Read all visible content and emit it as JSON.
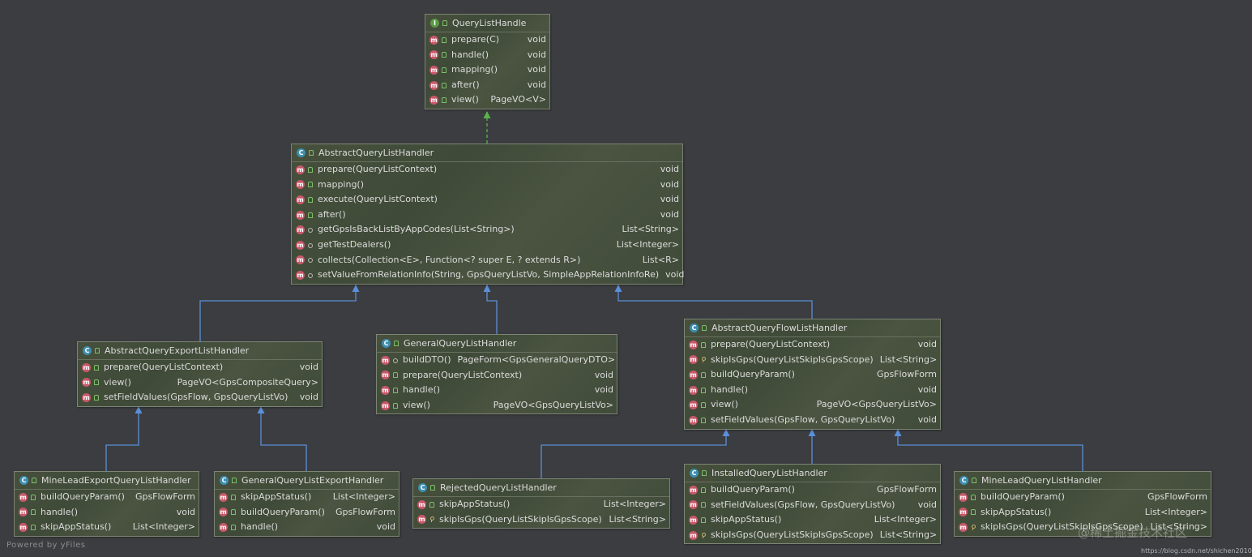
{
  "diagram": {
    "boxes": [
      {
        "id": "QueryListHandle",
        "kind": "I",
        "title": "QueryListHandle",
        "members": [
          {
            "name": "prepare(C)",
            "type": "void",
            "vis": "pub"
          },
          {
            "name": "handle()",
            "type": "void",
            "vis": "pub"
          },
          {
            "name": "mapping()",
            "type": "void",
            "vis": "pub"
          },
          {
            "name": "after()",
            "type": "void",
            "vis": "pub"
          },
          {
            "name": "view()",
            "type": "PageVO<V>",
            "vis": "pub"
          }
        ]
      },
      {
        "id": "AbstractQueryListHandler",
        "kind": "C",
        "title": "AbstractQueryListHandler",
        "members": [
          {
            "name": "prepare(QueryListContext)",
            "type": "void",
            "vis": "pub"
          },
          {
            "name": "mapping()",
            "type": "void",
            "vis": "pub"
          },
          {
            "name": "execute(QueryListContext)",
            "type": "void",
            "vis": "pub"
          },
          {
            "name": "after()",
            "type": "void",
            "vis": "pub"
          },
          {
            "name": "getGpsIsBackListByAppCodes(List<String>)",
            "type": "List<String>",
            "vis": "pkg"
          },
          {
            "name": "getTestDealers()",
            "type": "List<Integer>",
            "vis": "pkg"
          },
          {
            "name": "collects(Collection<E>, Function<? super E, ? extends R>)",
            "type": "List<R>",
            "vis": "pkg"
          },
          {
            "name": "setValueFromRelationInfo(String, GpsQueryListVo, SimpleAppRelationInfoRe)",
            "type": "void",
            "vis": "pkg"
          }
        ]
      },
      {
        "id": "AbstractQueryExportListHandler",
        "kind": "C",
        "title": "AbstractQueryExportListHandler",
        "members": [
          {
            "name": "prepare(QueryListContext)",
            "type": "void",
            "vis": "pub"
          },
          {
            "name": "view()",
            "type": "PageVO<GpsCompositeQuery>",
            "vis": "pub"
          },
          {
            "name": "setFieldValues(GpsFlow, GpsQueryListVo)",
            "type": "void",
            "vis": "pub"
          }
        ]
      },
      {
        "id": "GeneralQueryListHandler",
        "kind": "C",
        "title": "GeneralQueryListHandler",
        "members": [
          {
            "name": "buildDTO()",
            "type": "PageForm<GpsGeneralQueryDTO>",
            "vis": "pkg"
          },
          {
            "name": "prepare(QueryListContext)",
            "type": "void",
            "vis": "pub"
          },
          {
            "name": "handle()",
            "type": "void",
            "vis": "pub"
          },
          {
            "name": "view()",
            "type": "PageVO<GpsQueryListVo>",
            "vis": "pub"
          }
        ]
      },
      {
        "id": "AbstractQueryFlowListHandler",
        "kind": "C",
        "title": "AbstractQueryFlowListHandler",
        "members": [
          {
            "name": "prepare(QueryListContext)",
            "type": "void",
            "vis": "pub"
          },
          {
            "name": "skipIsGps(QueryListSkipIsGpsScope)",
            "type": "List<String>",
            "vis": "prv"
          },
          {
            "name": "buildQueryParam()",
            "type": "GpsFlowForm",
            "vis": "pub"
          },
          {
            "name": "handle()",
            "type": "void",
            "vis": "pub"
          },
          {
            "name": "view()",
            "type": "PageVO<GpsQueryListVo>",
            "vis": "pub"
          },
          {
            "name": "setFieldValues(GpsFlow, GpsQueryListVo)",
            "type": "void",
            "vis": "pub"
          }
        ]
      },
      {
        "id": "MineLeadExportQueryListHandler",
        "kind": "C",
        "title": "MineLeadExportQueryListHandler",
        "members": [
          {
            "name": "buildQueryParam()",
            "type": "GpsFlowForm",
            "vis": "pub"
          },
          {
            "name": "handle()",
            "type": "void",
            "vis": "pub"
          },
          {
            "name": "skipAppStatus()",
            "type": "List<Integer>",
            "vis": "pub"
          }
        ]
      },
      {
        "id": "GeneralQueryListExportHandler",
        "kind": "C",
        "title": "GeneralQueryListExportHandler",
        "members": [
          {
            "name": "skipAppStatus()",
            "type": "List<Integer>",
            "vis": "pub"
          },
          {
            "name": "buildQueryParam()",
            "type": "GpsFlowForm",
            "vis": "pub"
          },
          {
            "name": "handle()",
            "type": "void",
            "vis": "pub"
          }
        ]
      },
      {
        "id": "RejectedQueryListHandler",
        "kind": "C",
        "title": "RejectedQueryListHandler",
        "members": [
          {
            "name": "skipAppStatus()",
            "type": "List<Integer>",
            "vis": "pub"
          },
          {
            "name": "skipIsGps(QueryListSkipIsGpsScope)",
            "type": "List<String>",
            "vis": "prv"
          }
        ]
      },
      {
        "id": "InstalledQueryListHandler",
        "kind": "C",
        "title": "InstalledQueryListHandler",
        "members": [
          {
            "name": "buildQueryParam()",
            "type": "GpsFlowForm",
            "vis": "pub"
          },
          {
            "name": "setFieldValues(GpsFlow, GpsQueryListVo)",
            "type": "void",
            "vis": "pub"
          },
          {
            "name": "skipAppStatus()",
            "type": "List<Integer>",
            "vis": "pub"
          },
          {
            "name": "skipIsGps(QueryListSkipIsGpsScope)",
            "type": "List<String>",
            "vis": "prv"
          }
        ]
      },
      {
        "id": "MineLeadQueryListHandler",
        "kind": "C",
        "title": "MineLeadQueryListHandler",
        "members": [
          {
            "name": "buildQueryParam()",
            "type": "GpsFlowForm",
            "vis": "pub"
          },
          {
            "name": "skipAppStatus()",
            "type": "List<Integer>",
            "vis": "pub"
          },
          {
            "name": "skipIsGps(QueryListSkipIsGpsScope)",
            "type": "List<String>",
            "vis": "prv"
          }
        ]
      }
    ],
    "edges": [
      {
        "from": "AbstractQueryListHandler",
        "to": "QueryListHandle",
        "relation": "implements"
      },
      {
        "from": "AbstractQueryExportListHandler",
        "to": "AbstractQueryListHandler",
        "relation": "extends"
      },
      {
        "from": "GeneralQueryListHandler",
        "to": "AbstractQueryListHandler",
        "relation": "extends"
      },
      {
        "from": "AbstractQueryFlowListHandler",
        "to": "AbstractQueryListHandler",
        "relation": "extends"
      },
      {
        "from": "MineLeadExportQueryListHandler",
        "to": "AbstractQueryExportListHandler",
        "relation": "extends"
      },
      {
        "from": "GeneralQueryListExportHandler",
        "to": "AbstractQueryExportListHandler",
        "relation": "extends"
      },
      {
        "from": "RejectedQueryListHandler",
        "to": "AbstractQueryFlowListHandler",
        "relation": "extends"
      },
      {
        "from": "InstalledQueryListHandler",
        "to": "AbstractQueryFlowListHandler",
        "relation": "extends"
      },
      {
        "from": "MineLeadQueryListHandler",
        "to": "AbstractQueryFlowListHandler",
        "relation": "extends"
      }
    ]
  },
  "colors": {
    "background": "#3b3d40",
    "extends_edge": "#5b8fd9",
    "implements_edge": "#58b44a",
    "method_icon": "#c8586a",
    "class_icon": "#3d8fb1",
    "interface_icon": "#5a9a45"
  },
  "footer": "Powered by yFiles",
  "watermark": "@稀土掘金技术社区",
  "source_url": "https://blog.csdn.net/shichen2010"
}
